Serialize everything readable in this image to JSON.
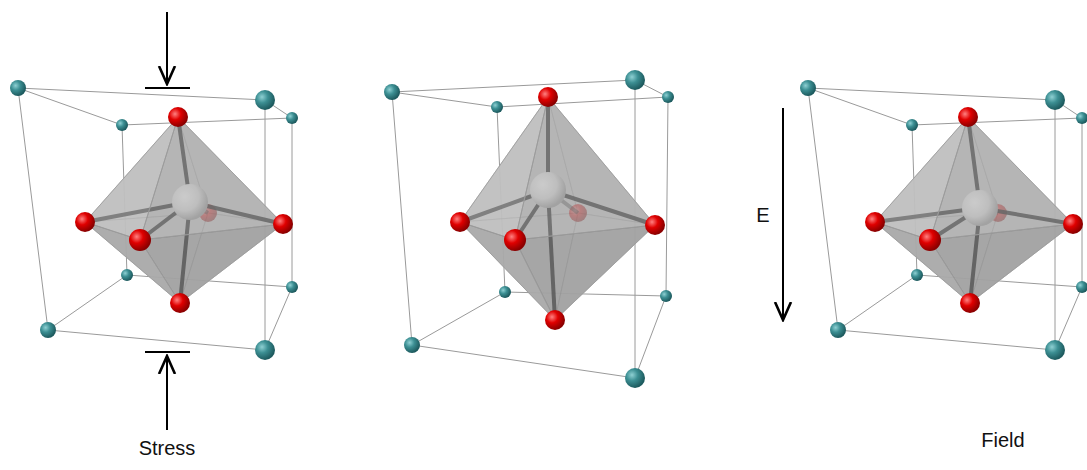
{
  "diagram": {
    "labels": [
      "Stress",
      "E",
      "Field"
    ]
  }
}
